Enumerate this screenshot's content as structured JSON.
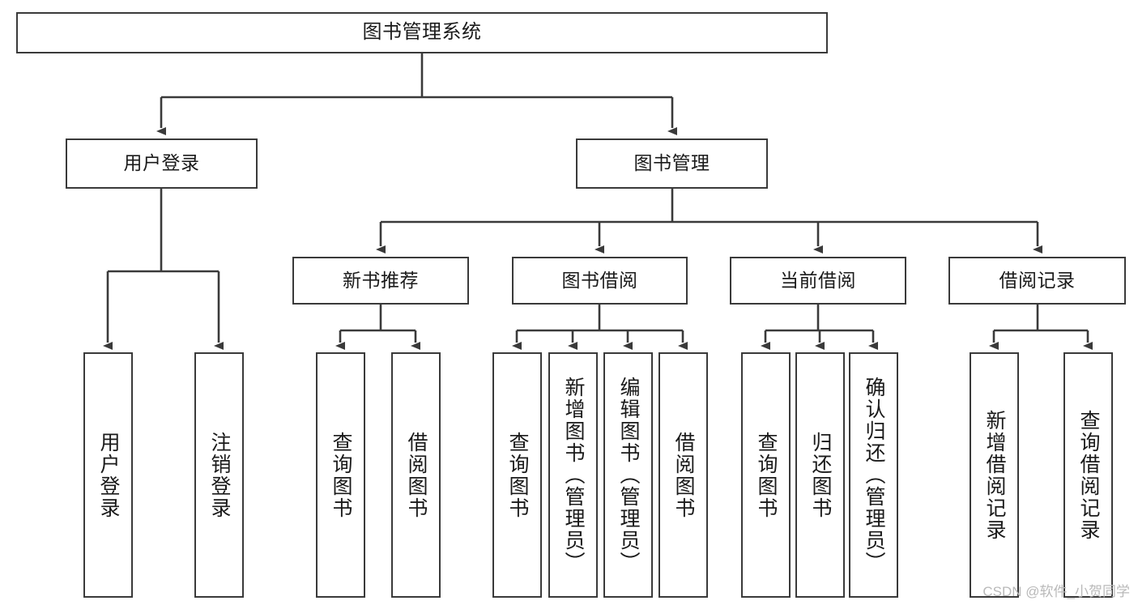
{
  "diagram": {
    "title": "图书管理系统",
    "type": "tree",
    "watermark": "CSDN @软件_小贺同学",
    "colors": {
      "box_border": "#3a3a3a",
      "box_fill": "#ffffff",
      "edge": "#3a3a3a",
      "text": "#1a1a1a",
      "watermark": "#b9b9b9"
    },
    "root": {
      "label": "图书管理系统"
    },
    "level2": [
      {
        "label": "用户登录"
      },
      {
        "label": "图书管理"
      }
    ],
    "level3": [
      {
        "label": "新书推荐"
      },
      {
        "label": "图书借阅"
      },
      {
        "label": "当前借阅"
      },
      {
        "label": "借阅记录"
      }
    ],
    "leaves": {
      "user_login": [
        {
          "label": "用户登录"
        },
        {
          "label": "注销登录"
        }
      ],
      "new_book": [
        {
          "label": "查询图书"
        },
        {
          "label": "借阅图书"
        }
      ],
      "book_borrow": [
        {
          "label": "查询图书"
        },
        {
          "label": "新增图书（管理员）"
        },
        {
          "label": "编辑图书（管理员）"
        },
        {
          "label": "借阅图书"
        }
      ],
      "current_borrow": [
        {
          "label": "查询图书"
        },
        {
          "label": "归还图书"
        },
        {
          "label": "确认归还（管理员）"
        }
      ],
      "borrow_record": [
        {
          "label": "新增借阅记录"
        },
        {
          "label": "查询借阅记录"
        }
      ]
    }
  }
}
